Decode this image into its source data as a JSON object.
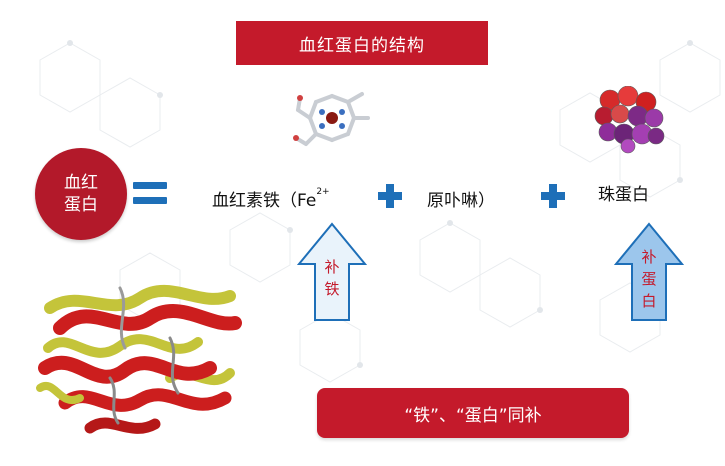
{
  "title": "血红蛋白的结构",
  "circle_lines": [
    "血红",
    "蛋白"
  ],
  "term_heme": "血红素铁（Fe",
  "term_heme_sup": "2+",
  "term_porphyrin": "原卟啉）",
  "term_globin": "珠蛋白",
  "arrow_iron_chars": [
    "补",
    "铁"
  ],
  "arrow_protein_chars": [
    "补",
    "蛋",
    "白"
  ],
  "bottom_banner": "“铁”、“蛋白”同补",
  "icons": [
    "equals-icon",
    "plus-icon",
    "arrow-up-icon",
    "heme-molecule-icon",
    "globin-molecule-icon",
    "hemoglobin-ribbon-image"
  ],
  "colors": {
    "brand_red": "#c41a2b",
    "accent_blue": "#1e6fb8",
    "arrow_fill_light": "#e9f3fb",
    "arrow_fill_blue": "#9cc6ec"
  }
}
